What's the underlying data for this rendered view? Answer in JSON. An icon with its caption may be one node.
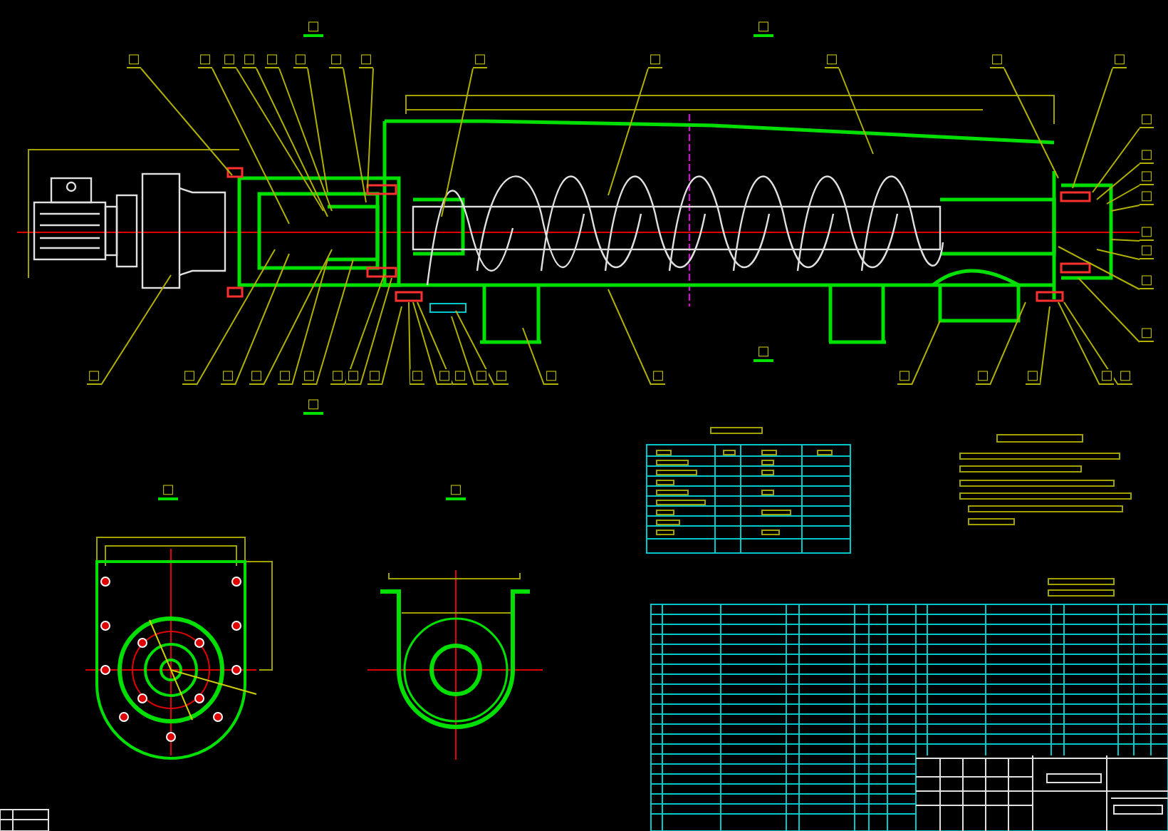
{
  "diagram": {
    "nodes": [
      {
        "text": [
          "□"
        ]
      },
      {
        "text": [
          "□"
        ]
      },
      {
        "text": [
          "□"
        ]
      },
      {
        "text": [
          "□"
        ]
      },
      {
        "text": [
          "□"
        ]
      },
      {
        "text": [
          "□"
        ]
      },
      {
        "text": [
          "□"
        ]
      },
      {
        "text": [
          "□"
        ]
      },
      {
        "text": [
          "□"
        ]
      },
      {
        "text": [
          "□"
        ]
      },
      {
        "text": [
          "□"
        ]
      },
      {
        "text": [
          "□"
        ]
      },
      {
        "text": [
          "□"
        ]
      },
      {
        "text": [
          "□"
        ]
      },
      {
        "text": [
          "□"
        ]
      },
      {
        "text": [
          "□"
        ]
      },
      {
        "text": [
          "□"
        ]
      },
      {
        "text": [
          "□"
        ]
      },
      {
        "text": [
          "□"
        ]
      },
      {
        "text": [
          "□"
        ]
      },
      {
        "text": [
          "□"
        ]
      },
      {
        "text": [
          "□"
        ]
      },
      {
        "text": [
          "□"
        ]
      },
      {
        "text": [
          "□"
        ]
      },
      {
        "text": [
          "□"
        ]
      },
      {
        "text": [
          "□"
        ]
      },
      {
        "text": [
          "□"
        ]
      },
      {
        "text": [
          "□"
        ]
      },
      {
        "text": [
          "□"
        ]
      },
      {
        "text": [
          "□"
        ]
      },
      {
        "text": [
          "□"
        ]
      },
      {
        "text": [
          "□"
        ]
      },
      {
        "text": [
          "□"
        ]
      },
      {
        "text": [
          "□"
        ]
      },
      {
        "text": [
          "□"
        ]
      },
      {
        "text": [
          "□"
        ]
      },
      {
        "text": [
          "□"
        ]
      },
      {
        "text": [
          "□"
        ]
      },
      {
        "text": [
          "□"
        ]
      },
      {
        "text": [
          "□"
        ]
      },
      {
        "text": [
          "□"
        ]
      },
      {
        "text": [
          "□"
        ]
      }
    ],
    "edges": [
      {
        "from": 0,
        "to": null,
        "arrow": "none"
      },
      {
        "from": 1,
        "to": null,
        "arrow": "none"
      },
      {
        "from": 2,
        "to": null,
        "arrow": "none"
      },
      {
        "from": 3,
        "to": null,
        "arrow": "none"
      },
      {
        "from": 4,
        "to": null,
        "arrow": "none"
      },
      {
        "from": 5,
        "to": null,
        "arrow": "none"
      },
      {
        "from": 6,
        "to": null,
        "arrow": "none"
      },
      {
        "from": 7,
        "to": null,
        "arrow": "none"
      },
      {
        "from": 8,
        "to": null,
        "arrow": "none"
      },
      {
        "from": 9,
        "to": null,
        "arrow": "none"
      },
      {
        "from": 10,
        "to": null,
        "arrow": "none"
      },
      {
        "from": 11,
        "to": null,
        "arrow": "none"
      },
      {
        "from": 12,
        "to": null,
        "arrow": "none"
      },
      {
        "from": 13,
        "to": null,
        "arrow": "none"
      },
      {
        "from": 14,
        "to": null,
        "arrow": "none"
      },
      {
        "from": 15,
        "to": null,
        "arrow": "none"
      },
      {
        "from": 16,
        "to": null,
        "arrow": "none"
      },
      {
        "from": 17,
        "to": null,
        "arrow": "none"
      },
      {
        "from": 18,
        "to": null,
        "arrow": "none"
      },
      {
        "from": 19,
        "to": null,
        "arrow": "none"
      },
      {
        "from": 20,
        "to": null,
        "arrow": "none"
      },
      {
        "from": 21,
        "to": null,
        "arrow": "none"
      },
      {
        "from": 22,
        "to": null,
        "arrow": "none"
      },
      {
        "from": 23,
        "to": null,
        "arrow": "none"
      },
      {
        "from": 24,
        "to": null,
        "arrow": "none"
      },
      {
        "from": 25,
        "to": null,
        "arrow": "none"
      },
      {
        "from": 26,
        "to": null,
        "arrow": "none"
      },
      {
        "from": 27,
        "to": null,
        "arrow": "none"
      },
      {
        "from": 28,
        "to": null,
        "arrow": "none"
      },
      {
        "from": 29,
        "to": null,
        "arrow": "none"
      },
      {
        "from": 30,
        "to": null,
        "arrow": "none"
      },
      {
        "from": 31,
        "to": null,
        "arrow": "none"
      },
      {
        "from": 32,
        "to": null,
        "arrow": "none"
      },
      {
        "from": 33,
        "to": null,
        "arrow": "none"
      },
      {
        "from": 34,
        "to": null,
        "arrow": "none"
      },
      {
        "from": 35,
        "to": null,
        "arrow": "none"
      },
      {
        "from": 36,
        "to": null,
        "arrow": "none"
      },
      {
        "from": 37,
        "to": null,
        "arrow": "none"
      },
      {
        "from": 38,
        "to": null,
        "arrow": "none"
      },
      {
        "from": 39,
        "to": null,
        "arrow": "none"
      },
      {
        "from": 40,
        "to": null,
        "arrow": "none"
      },
      {
        "from": 41,
        "to": null,
        "arrow": "none"
      }
    ],
    "labels": [
      "□",
      "□",
      "□",
      "□",
      "□",
      "□"
    ]
  }
}
